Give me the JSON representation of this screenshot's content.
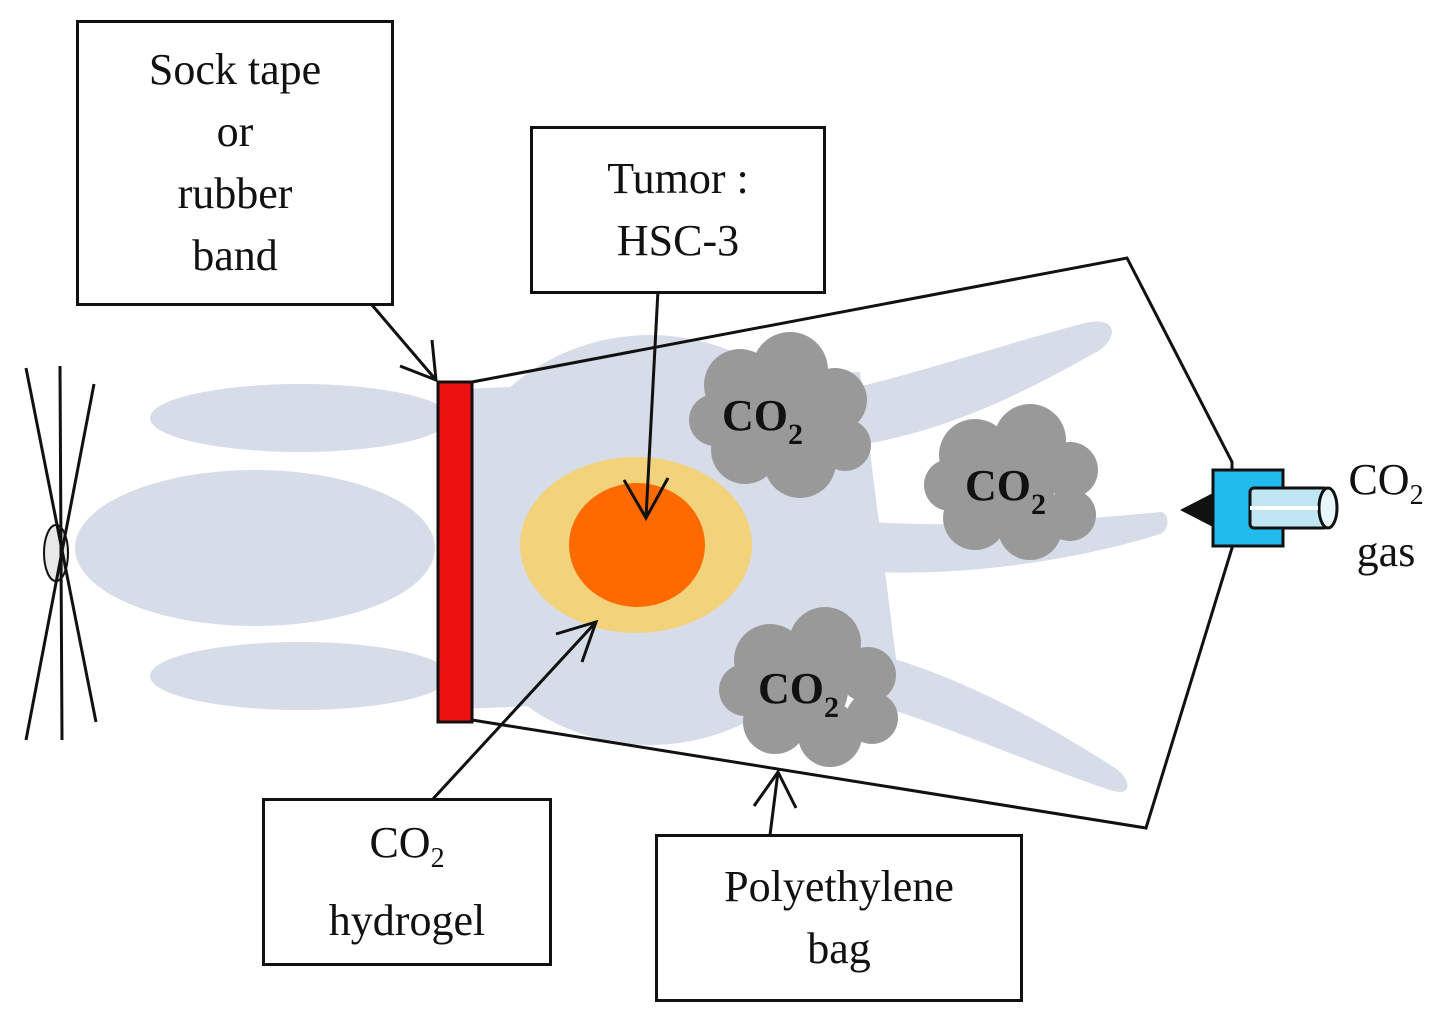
{
  "labels": {
    "sock_tape": [
      "Sock tape",
      "or",
      "rubber",
      "band"
    ],
    "tumor": [
      "Tumor :",
      "HSC-3"
    ],
    "hydrogel_co2": "CO",
    "hydrogel_sub": "2",
    "hydrogel_word": "hydrogel",
    "bag": [
      "Polyethylene",
      "bag"
    ],
    "gas_co2": "CO",
    "gas_sub": "2",
    "gas_word": "gas"
  },
  "clouds": [
    {
      "text": "CO",
      "sub": "2"
    },
    {
      "text": "CO",
      "sub": "2"
    },
    {
      "text": "CO",
      "sub": "2"
    }
  ],
  "colors": {
    "mouse": "#d6dde9",
    "band": "#ee1111",
    "hydrogel": "#f2d27a",
    "tumor": "#ff6a00",
    "cloud": "#999999",
    "nozzle": "#22bbee",
    "tube": "#bfe6f2"
  }
}
